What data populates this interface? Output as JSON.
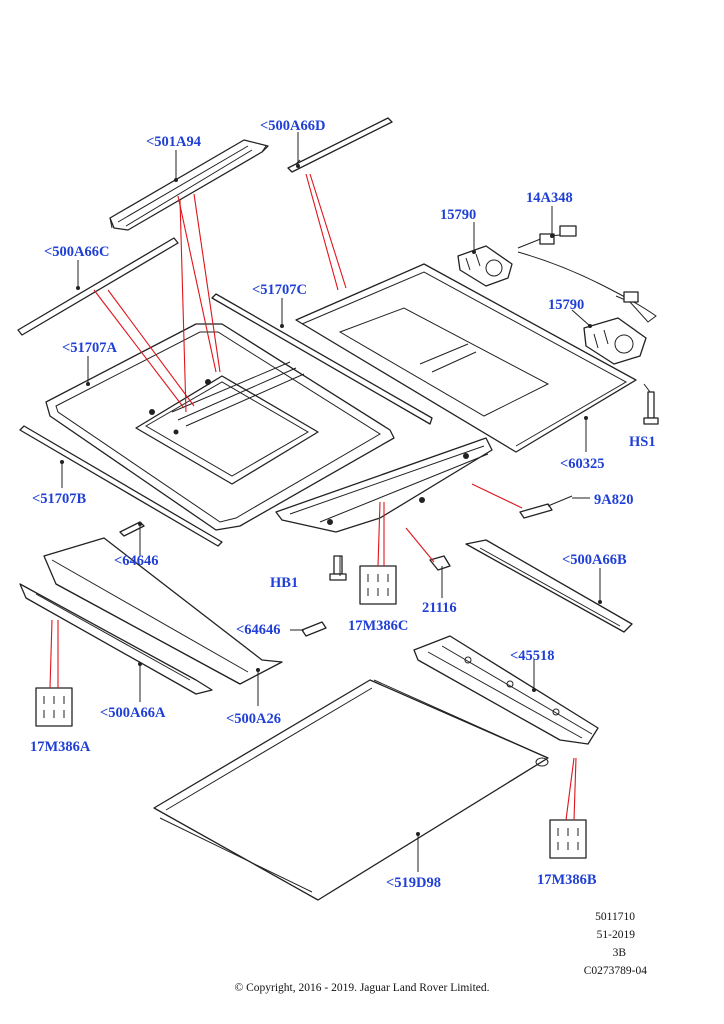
{
  "part_labels": {
    "p501A94": "<501A94",
    "p500A66D": "<500A66D",
    "p500A66C": "<500A66C",
    "p51707C": "<51707C",
    "p51707A": "<51707A",
    "p51707B": "<51707B",
    "p15790a": "15790",
    "p14A348": "14A348",
    "p15790b": "15790",
    "pHS1": "HS1",
    "p60325": "<60325",
    "p9A820": "9A820",
    "p64646a": "<64646",
    "pHB1": "HB1",
    "p17M386C": "17M386C",
    "p21116": "21116",
    "p500A66B": "<500A66B",
    "p64646b": "<64646",
    "p45518": "<45518",
    "p500A66A": "<500A66A",
    "p500A26": "<500A26",
    "p17M386A": "17M386A",
    "p17M386B": "17M386B",
    "p519D98": "<519D98"
  },
  "meta": {
    "code": "5011710",
    "date": "51-2019",
    "rev": "3B",
    "ref": "C0273789-04"
  },
  "copyright": "© Copyright, 2016 - 2019. Jaguar Land Rover Limited.",
  "colors": {
    "label": "#1f3fd6",
    "leader": "#e0141b",
    "line": "#222222"
  }
}
